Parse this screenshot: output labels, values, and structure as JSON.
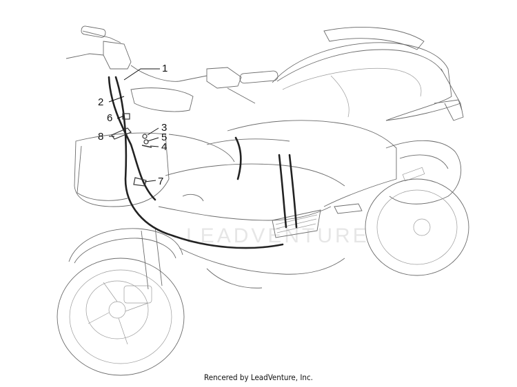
{
  "callouts": [
    {
      "num": "1"
    },
    {
      "num": "2"
    },
    {
      "num": "3"
    },
    {
      "num": "5"
    },
    {
      "num": "4"
    },
    {
      "num": "6"
    },
    {
      "num": "8"
    },
    {
      "num": "7"
    }
  ],
  "watermark": "LEADVENTURE",
  "footer": "Rencered by LeadVenture, Inc."
}
